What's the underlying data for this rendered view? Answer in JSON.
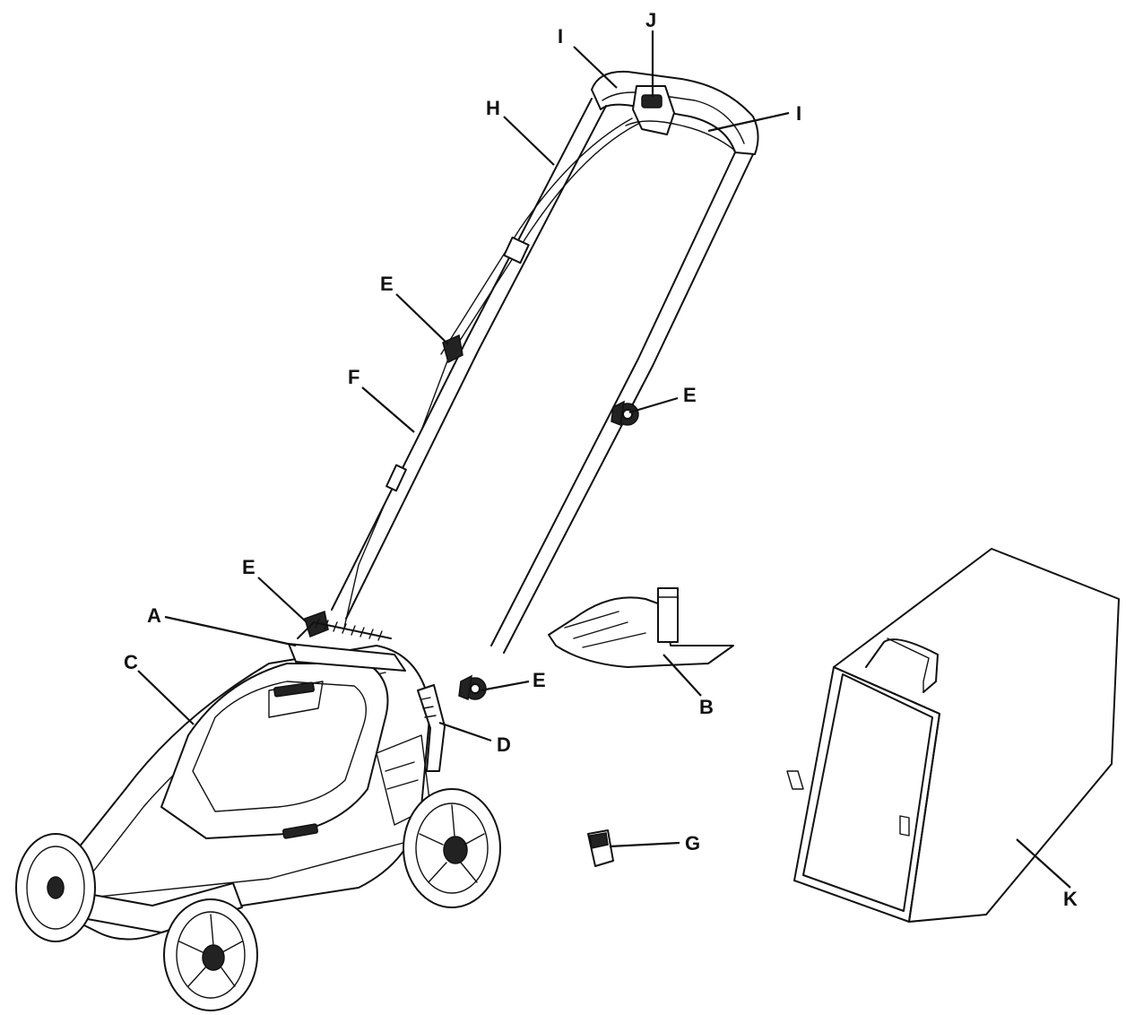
{
  "callouts": {
    "A": "A",
    "B": "B",
    "C": "C",
    "D": "D",
    "E1": "E",
    "E2": "E",
    "E3": "E",
    "E4": "E",
    "F": "F",
    "G": "G",
    "H": "H",
    "I1": "I",
    "I2": "I",
    "J": "J",
    "K": "K"
  }
}
